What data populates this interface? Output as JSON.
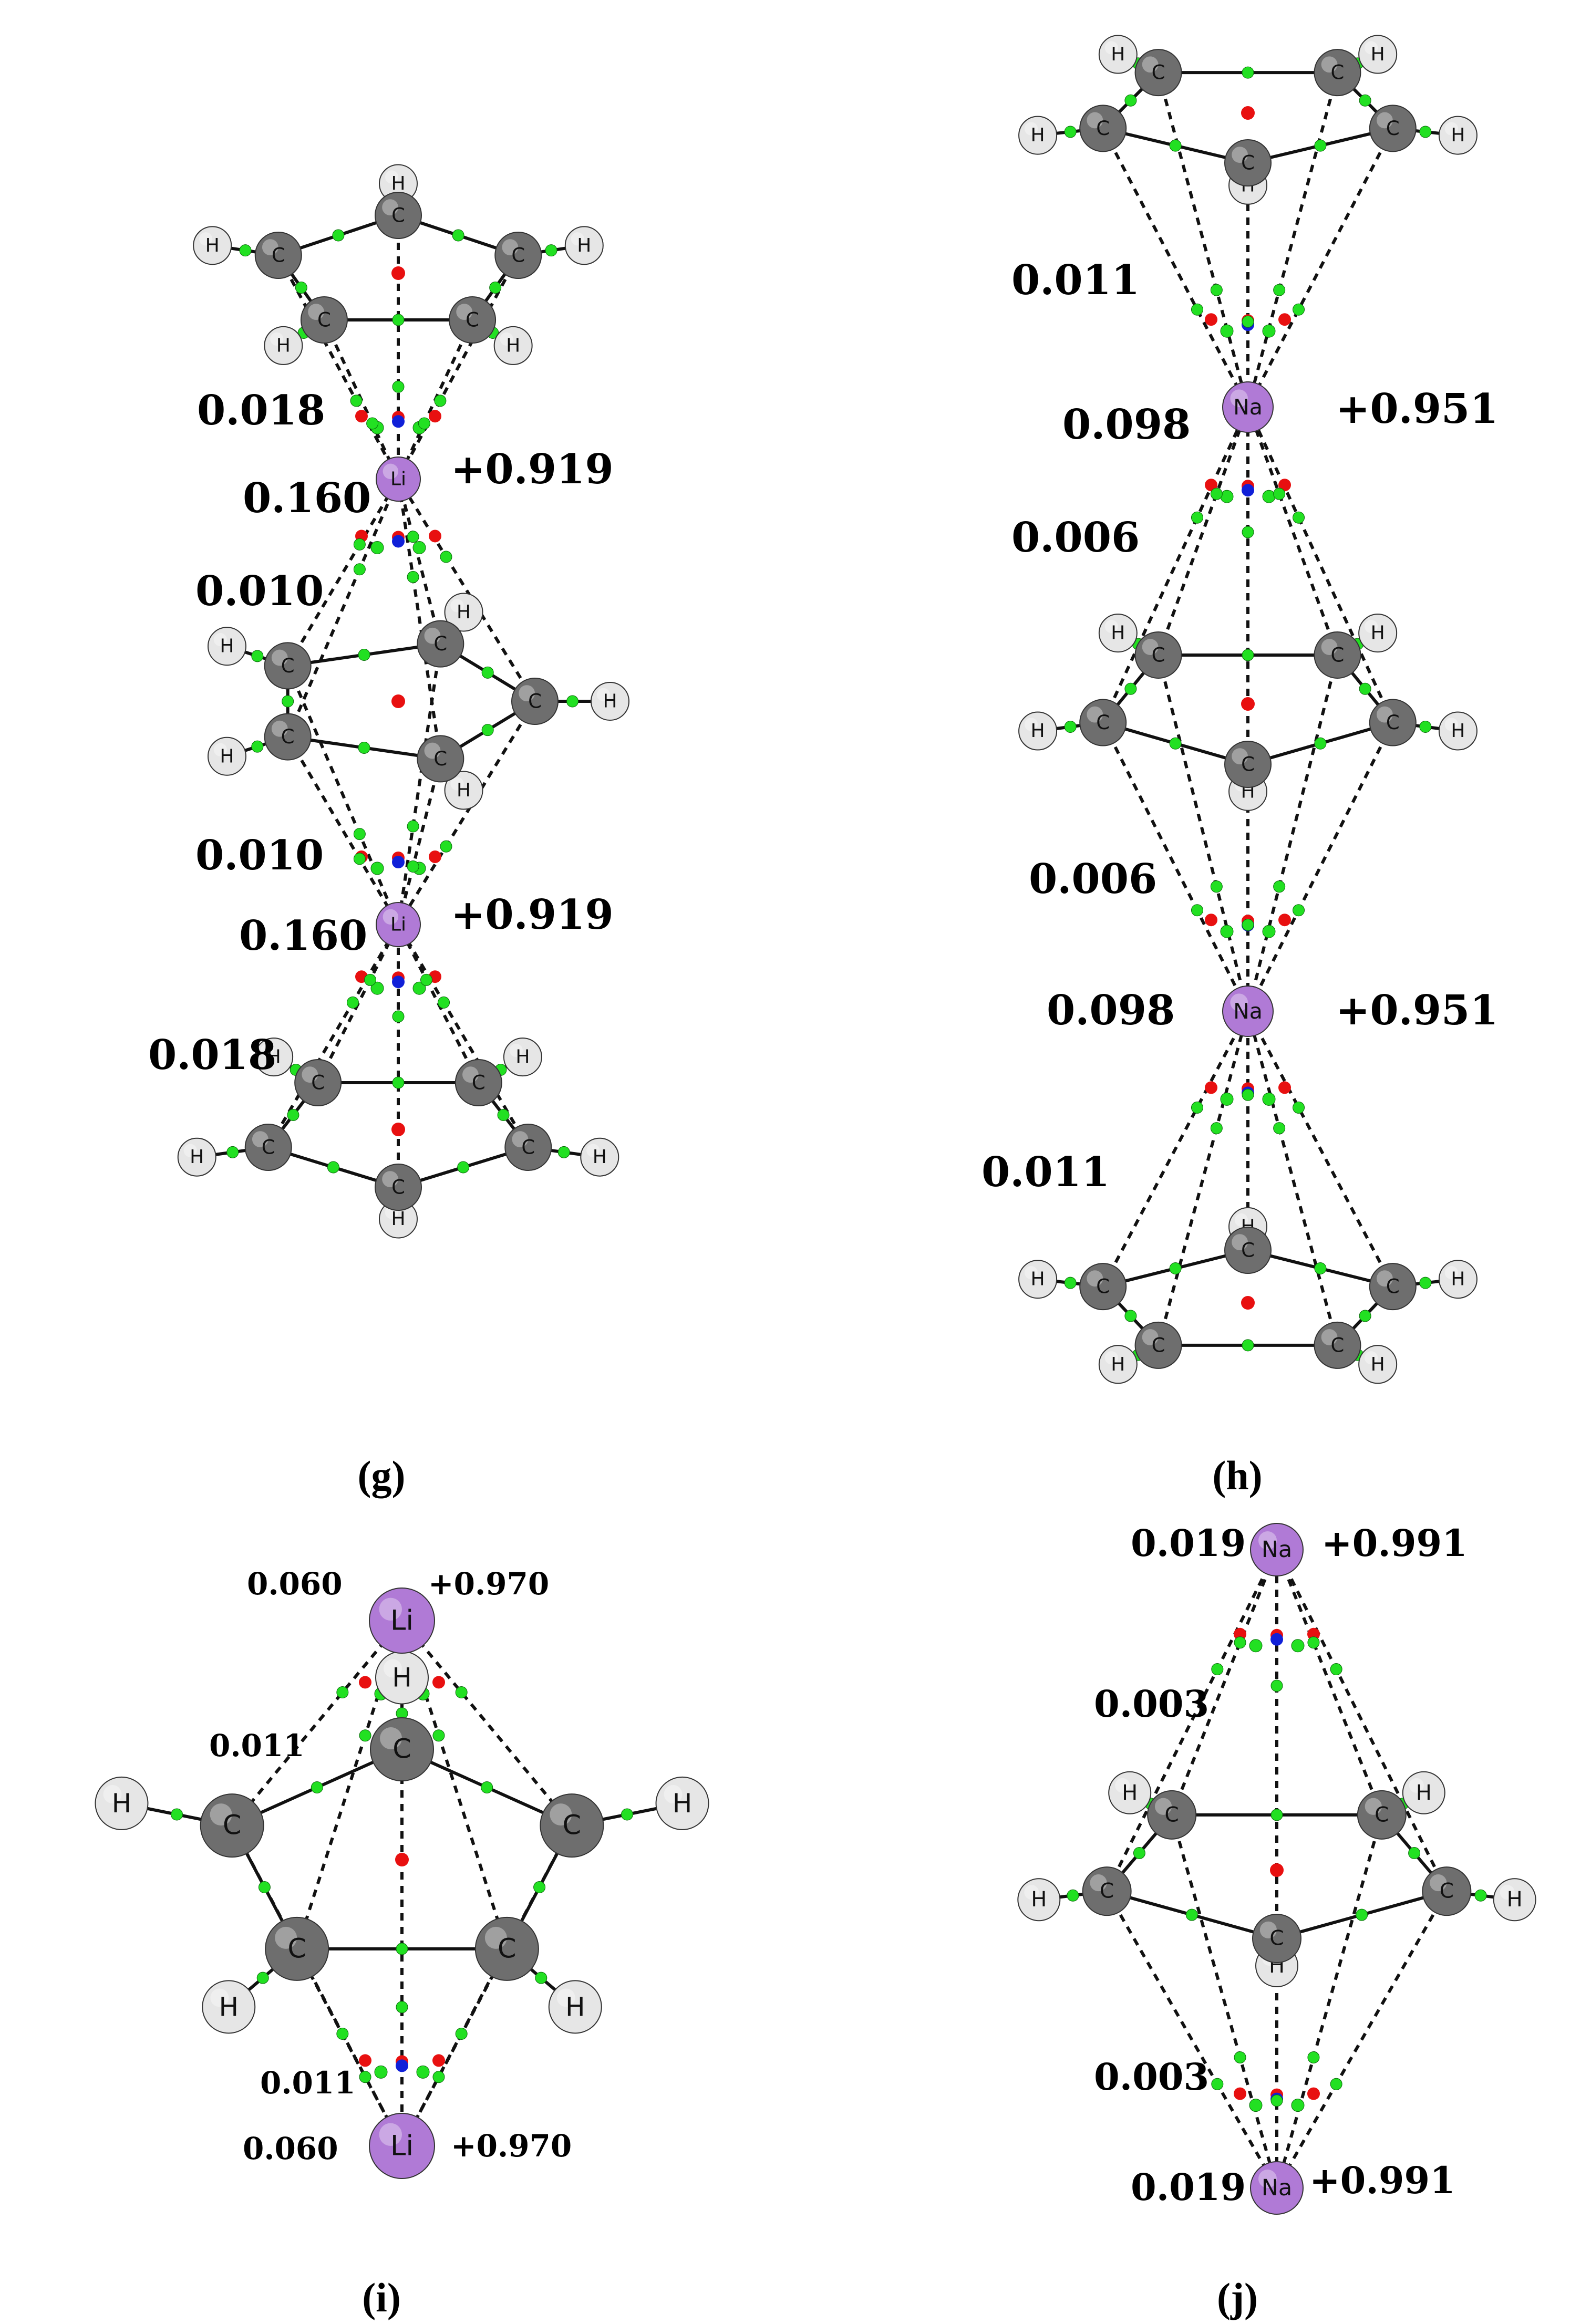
{
  "atom_symbols": {
    "carbon": "C",
    "hydrogen": "H",
    "lithium": "Li",
    "sodium": "Na"
  },
  "colors": {
    "carbon": "#6e6e6e",
    "hydrogen": "#e6e6e6",
    "alkali": "#b07ad6",
    "bcp": "#22e022",
    "rcp": "#e81010",
    "ccp": "#1020d8"
  },
  "panels": {
    "g": {
      "caption": "(g)",
      "values": {
        "top_ring": "0.018",
        "metal1_bond": "0.160",
        "metal1_charge": "+0.919",
        "mid_ring_upper": "0.010",
        "mid_ring_lower": "0.010",
        "metal2_bond": "0.160",
        "metal2_charge": "+0.919",
        "bottom_ring": "0.018"
      }
    },
    "h": {
      "caption": "(h)",
      "values": {
        "top_ring": "0.011",
        "metal1_bond": "0.098",
        "metal1_charge": "+0.951",
        "mid_ring_upper": "0.006",
        "mid_ring_lower": "0.006",
        "metal2_bond": "0.098",
        "metal2_charge": "+0.951",
        "bottom_ring": "0.011"
      }
    },
    "i": {
      "caption": "(i)",
      "values": {
        "metal1_bond": "0.060",
        "metal1_charge": "+0.970",
        "ring_upper": "0.011",
        "ring_lower": "0.011",
        "metal2_bond": "0.060",
        "metal2_charge": "+0.970"
      }
    },
    "j": {
      "caption": "(j)",
      "values": {
        "metal1_bond": "0.019",
        "metal1_charge": "+0.991",
        "ring_upper": "0.003",
        "ring_lower": "0.003",
        "metal2_bond": "0.019",
        "metal2_charge": "+0.991"
      }
    }
  }
}
